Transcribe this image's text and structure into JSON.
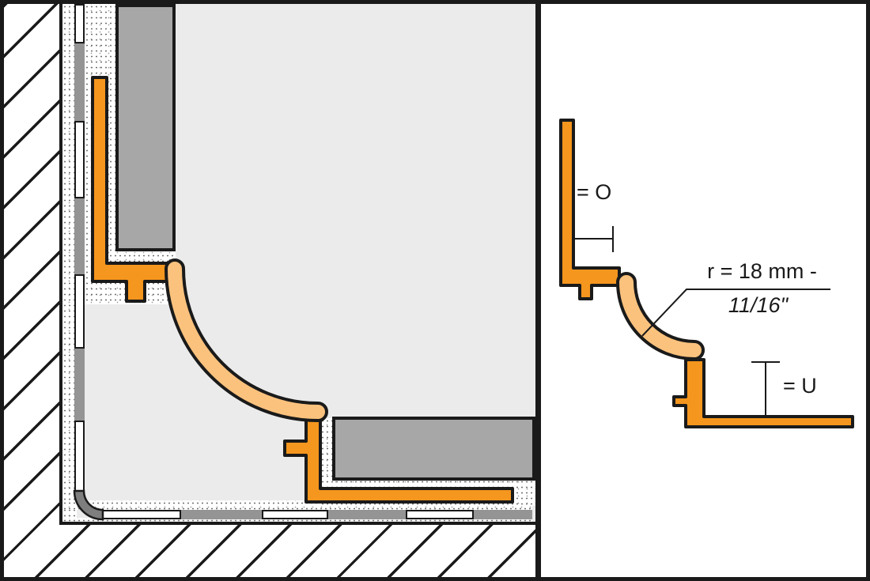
{
  "figure": {
    "title": "cove profile corner installation cross-section",
    "panels": [
      "installation-section",
      "profile-dimension-drawing"
    ]
  },
  "annotations": {
    "o_label": "= O",
    "radius_line1": "r = 18 mm -",
    "radius_line2": "11/16\"",
    "u_label": "= U"
  },
  "colors": {
    "profile_orange": "#f5961e",
    "cove_light_orange": "#fbc27d",
    "tile_gray": "#a7a7a7",
    "interior_gray": "#ebebeb",
    "membrane_gray": "#949494",
    "membrane_corner_gray": "#7e7e7e",
    "outline_black": "#1a1a1a",
    "frame_black": "#1a1a1a"
  }
}
